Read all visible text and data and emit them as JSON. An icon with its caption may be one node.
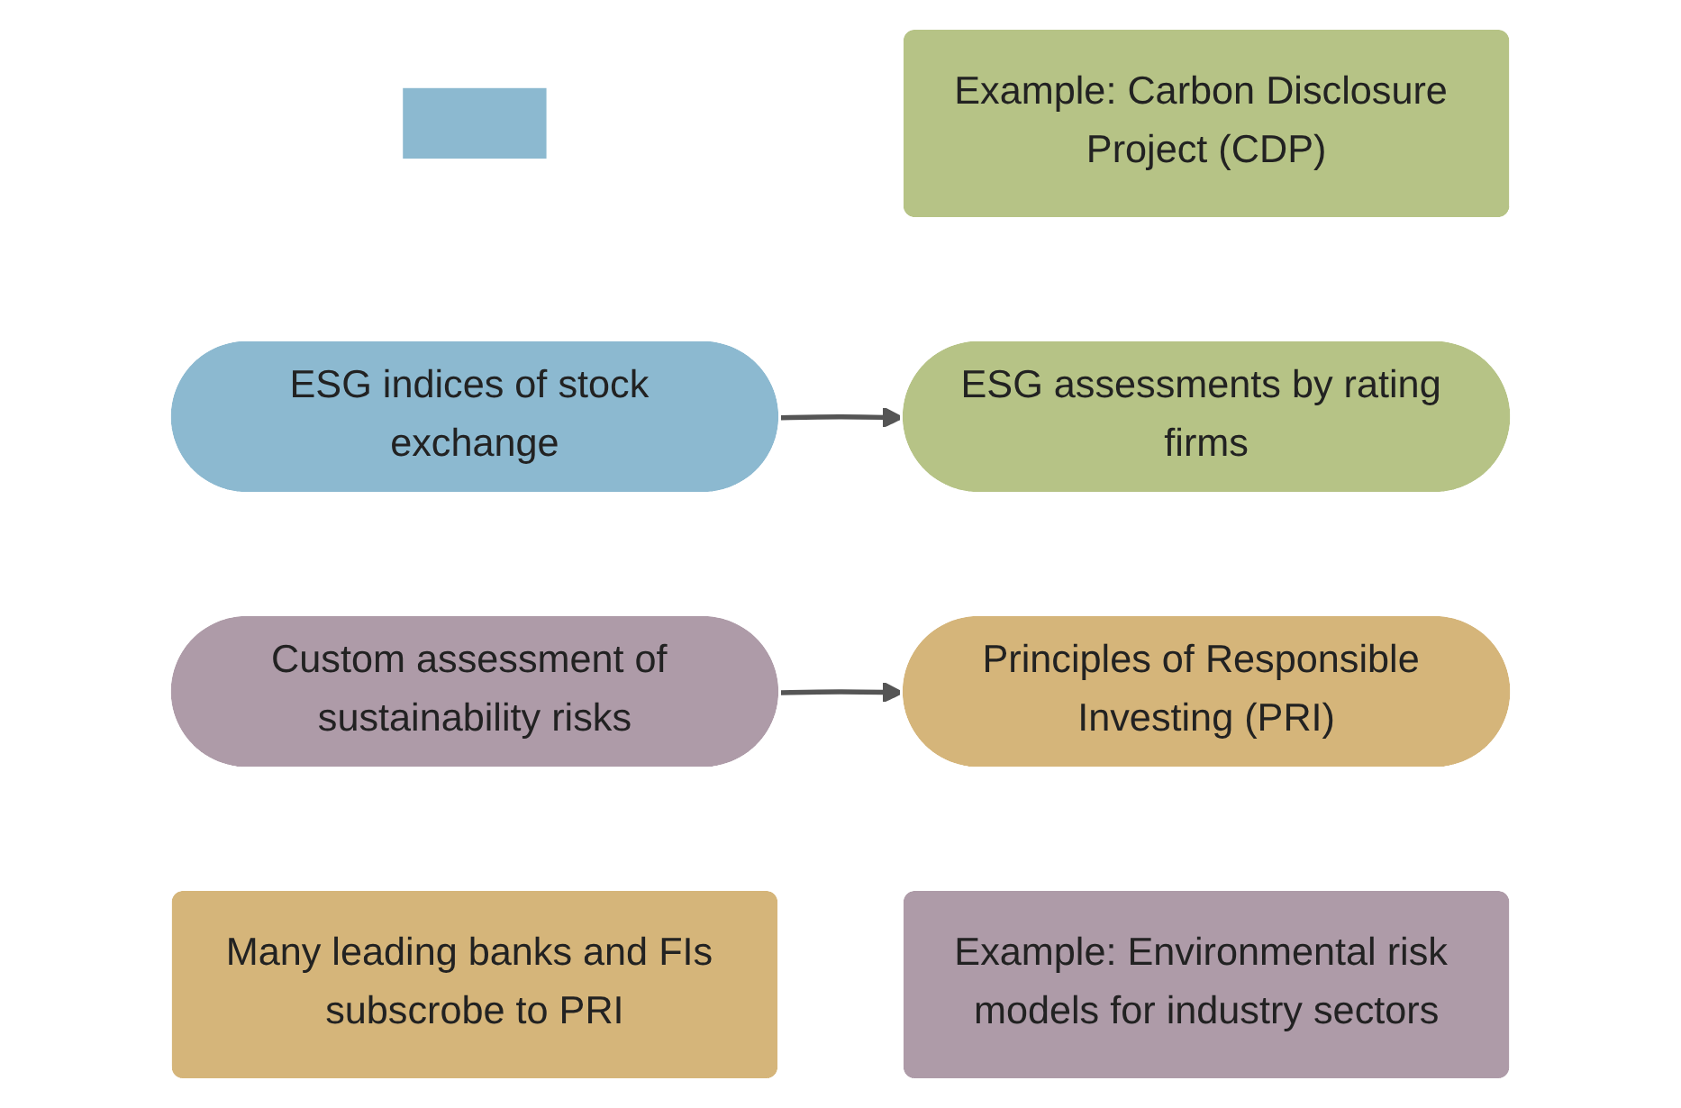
{
  "diagram": {
    "nodes": [
      {
        "text": [],
        "shape": "box"
      },
      {
        "text": [
          "Example: Carbon Disclosure Project (CDP)"
        ]
      },
      {
        "text": [
          "ESG indices of stock exchange"
        ]
      },
      {
        "text": [
          "ESG assessments by rating firms"
        ]
      },
      {
        "text": [
          "Principles of Responsible Investing (PRI)"
        ]
      },
      {
        "text": [
          "Custom assessment of sustainability risks"
        ]
      },
      {
        "text": [
          "Many leading banks and FIs subscrobe to PRI"
        ]
      },
      {
        "text": [
          "Example: Environmental risk models for industry sectors"
        ]
      }
    ],
    "edges": [
      {
        "from": 2,
        "to": 3,
        "arrow": "to"
      },
      {
        "from": 5,
        "to": 4,
        "arrow": "to"
      }
    ]
  }
}
